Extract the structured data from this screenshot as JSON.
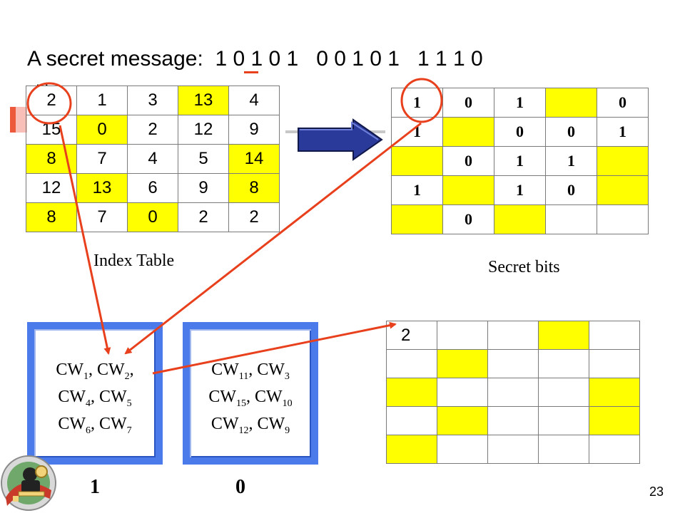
{
  "title": "A secret message:  1 0 1 0 1   0 0 1 0 1   1 1 1 0",
  "title_trail": "...",
  "index_table": {
    "caption": "Index Table",
    "rows": [
      [
        {
          "v": "2",
          "y": false
        },
        {
          "v": "1",
          "y": false
        },
        {
          "v": "3",
          "y": false
        },
        {
          "v": "13",
          "y": true
        },
        {
          "v": "4",
          "y": false
        }
      ],
      [
        {
          "v": "15",
          "y": false
        },
        {
          "v": "0",
          "y": true
        },
        {
          "v": "2",
          "y": false
        },
        {
          "v": "12",
          "y": false
        },
        {
          "v": "9",
          "y": false
        }
      ],
      [
        {
          "v": "8",
          "y": true
        },
        {
          "v": "7",
          "y": false
        },
        {
          "v": "4",
          "y": false
        },
        {
          "v": "5",
          "y": false
        },
        {
          "v": "14",
          "y": true
        }
      ],
      [
        {
          "v": "12",
          "y": false
        },
        {
          "v": "13",
          "y": true
        },
        {
          "v": "6",
          "y": false
        },
        {
          "v": "9",
          "y": false
        },
        {
          "v": "8",
          "y": true
        }
      ],
      [
        {
          "v": "8",
          "y": true
        },
        {
          "v": "7",
          "y": false
        },
        {
          "v": "0",
          "y": true
        },
        {
          "v": "2",
          "y": false
        },
        {
          "v": "2",
          "y": false
        }
      ]
    ]
  },
  "secret_table": {
    "caption": "Secret bits",
    "rows": [
      [
        {
          "v": "1",
          "y": false
        },
        {
          "v": "0",
          "y": false
        },
        {
          "v": "1",
          "y": false
        },
        {
          "v": "",
          "y": true
        },
        {
          "v": "0",
          "y": false
        }
      ],
      [
        {
          "v": "1",
          "y": false
        },
        {
          "v": "",
          "y": true
        },
        {
          "v": "0",
          "y": false
        },
        {
          "v": "0",
          "y": false
        },
        {
          "v": "1",
          "y": false
        }
      ],
      [
        {
          "v": "",
          "y": true
        },
        {
          "v": "0",
          "y": false
        },
        {
          "v": "1",
          "y": false
        },
        {
          "v": "1",
          "y": false
        },
        {
          "v": "",
          "y": true
        }
      ],
      [
        {
          "v": "1",
          "y": false
        },
        {
          "v": "",
          "y": true
        },
        {
          "v": "1",
          "y": false
        },
        {
          "v": "0",
          "y": false
        },
        {
          "v": "",
          "y": true
        }
      ],
      [
        {
          "v": "",
          "y": true
        },
        {
          "v": "0",
          "y": false
        },
        {
          "v": "",
          "y": true
        },
        {
          "v": "",
          "y": false
        },
        {
          "v": "",
          "y": false
        }
      ]
    ]
  },
  "result_table": {
    "rows": [
      [
        {
          "v": "2",
          "y": false
        },
        {
          "v": "",
          "y": false
        },
        {
          "v": "",
          "y": false
        },
        {
          "v": "",
          "y": true
        },
        {
          "v": "",
          "y": false
        }
      ],
      [
        {
          "v": "",
          "y": false
        },
        {
          "v": "",
          "y": true
        },
        {
          "v": "",
          "y": false
        },
        {
          "v": "",
          "y": false
        },
        {
          "v": "",
          "y": false
        }
      ],
      [
        {
          "v": "",
          "y": true
        },
        {
          "v": "",
          "y": false
        },
        {
          "v": "",
          "y": false
        },
        {
          "v": "",
          "y": false
        },
        {
          "v": "",
          "y": true
        }
      ],
      [
        {
          "v": "",
          "y": false
        },
        {
          "v": "",
          "y": true
        },
        {
          "v": "",
          "y": false
        },
        {
          "v": "",
          "y": false
        },
        {
          "v": "",
          "y": true
        }
      ],
      [
        {
          "v": "",
          "y": true
        },
        {
          "v": "",
          "y": false
        },
        {
          "v": "",
          "y": false
        },
        {
          "v": "",
          "y": false
        },
        {
          "v": "",
          "y": false
        }
      ]
    ]
  },
  "group_one": {
    "lines": [
      [
        {
          "t": "CW"
        },
        {
          "s": "1"
        },
        {
          "t": ", CW"
        },
        {
          "s": "2"
        },
        {
          "t": ","
        }
      ],
      [
        {
          "t": "CW"
        },
        {
          "s": "4"
        },
        {
          "t": ", CW"
        },
        {
          "s": "5"
        }
      ],
      [
        {
          "t": "CW"
        },
        {
          "s": "6"
        },
        {
          "t": ", CW"
        },
        {
          "s": "7"
        }
      ]
    ],
    "bit_label": "1"
  },
  "group_zero": {
    "lines": [
      [
        {
          "t": "CW"
        },
        {
          "s": "11"
        },
        {
          "t": ", CW"
        },
        {
          "s": "3"
        }
      ],
      [
        {
          "t": "CW"
        },
        {
          "s": "15"
        },
        {
          "t": ", CW"
        },
        {
          "s": "10"
        }
      ],
      [
        {
          "t": "CW"
        },
        {
          "s": "12"
        },
        {
          "t": ", CW"
        },
        {
          "s": "9"
        }
      ]
    ],
    "bit_label": "0"
  },
  "page_number": "23",
  "colors": {
    "highlight": "#ffff00",
    "annotation_red": "#e8401c",
    "group_border": "#4b7bea",
    "big_arrow": "#2a3a9a"
  }
}
